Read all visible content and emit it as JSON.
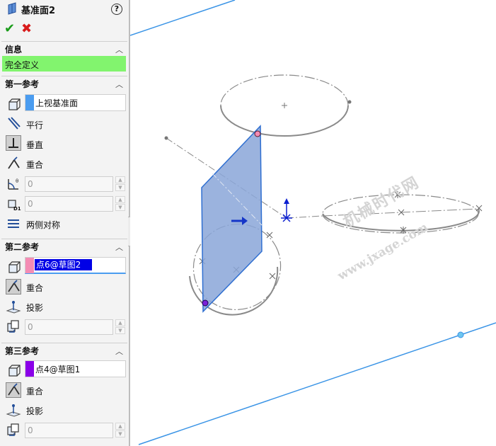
{
  "feature": {
    "title": "基准面2",
    "help_symbol": "?"
  },
  "actions": {
    "ok_symbol": "✔",
    "cancel_symbol": "✖"
  },
  "info": {
    "header": "信息",
    "status": "完全定义",
    "status_color": "#82f46e"
  },
  "ref1": {
    "header": "第一参考",
    "value": "上视基准面",
    "swatch_color": "#4a9cf0",
    "options": [
      "平行",
      "垂直",
      "重合"
    ],
    "angle_value": "0",
    "distance_value": "0",
    "symmetric_label": "两侧对称"
  },
  "ref2": {
    "header": "第二参考",
    "value": "点6@草图2",
    "swatch_color": "#f48cb4",
    "options": [
      "重合",
      "投影"
    ],
    "value_field": "0"
  },
  "ref3": {
    "header": "第三参考",
    "value": "点4@草图1",
    "swatch_color": "#8a00e8",
    "options": [
      "重合",
      "投影"
    ],
    "value_field": "0"
  },
  "watermark": {
    "line1": "机械时代网",
    "line2": "www.jxage.com"
  },
  "colors": {
    "plane_fill": "#8aa6d8",
    "plane_edge": "#2f6fd1",
    "edge_line": "#3a94e6",
    "sketch": "#8a8a8a",
    "selection_highlight": "#0000e6"
  }
}
